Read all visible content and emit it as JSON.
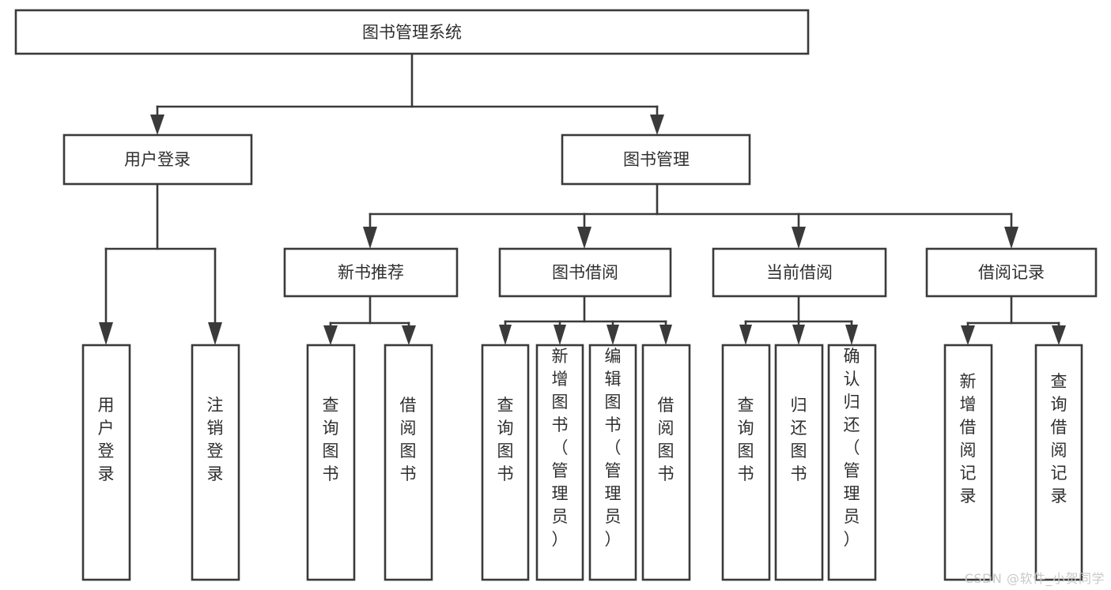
{
  "diagram": {
    "type": "tree",
    "title": "图书管理系统",
    "watermark": "CSDN @软件_小贺同学",
    "colors": {
      "background": "#ffffff",
      "box_fill": "#ffffff",
      "box_stroke": "#3a3a3a",
      "text": "#2f2f2f",
      "watermark": "#c9c9c9"
    },
    "nodes": {
      "root": {
        "label": "图书管理系统",
        "orientation": "horizontal",
        "level": 1
      },
      "l2_user_login": {
        "label": "用户登录",
        "orientation": "horizontal",
        "level": 2
      },
      "l2_book_manage": {
        "label": "图书管理",
        "orientation": "horizontal",
        "level": 2
      },
      "l3_new_book_rec": {
        "label": "新书推荐",
        "orientation": "horizontal",
        "level": 3
      },
      "l3_book_borrow": {
        "label": "图书借阅",
        "orientation": "horizontal",
        "level": 3
      },
      "l3_current_borrow": {
        "label": "当前借阅",
        "orientation": "horizontal",
        "level": 3
      },
      "l3_borrow_record": {
        "label": "借阅记录",
        "orientation": "horizontal",
        "level": 3
      },
      "leaf_user_login": {
        "label": "用户登录",
        "orientation": "vertical",
        "level": 4
      },
      "leaf_user_logout": {
        "label": "注销登录",
        "orientation": "vertical",
        "level": 4
      },
      "leaf_rec_query_book": {
        "label": "查询图书",
        "orientation": "vertical",
        "level": 4
      },
      "leaf_rec_borrow_book": {
        "label": "借阅图书",
        "orientation": "vertical",
        "level": 4
      },
      "leaf_bb_query_book": {
        "label": "查询图书",
        "orientation": "vertical",
        "level": 4
      },
      "leaf_bb_add_book": {
        "label": "新增图书（管理员）",
        "orientation": "vertical",
        "level": 4
      },
      "leaf_bb_edit_book": {
        "label": "编辑图书（管理员）",
        "orientation": "vertical",
        "level": 4
      },
      "leaf_bb_borrow_book": {
        "label": "借阅图书",
        "orientation": "vertical",
        "level": 4
      },
      "leaf_cb_query_book": {
        "label": "查询图书",
        "orientation": "vertical",
        "level": 4
      },
      "leaf_cb_return_book": {
        "label": "归还图书",
        "orientation": "vertical",
        "level": 4
      },
      "leaf_cb_confirm_return": {
        "label": "确认归还（管理员）",
        "orientation": "vertical",
        "level": 4
      },
      "leaf_br_add_record": {
        "label": "新增借阅记录",
        "orientation": "vertical",
        "level": 4
      },
      "leaf_br_query_record": {
        "label": "查询借阅记录",
        "orientation": "vertical",
        "level": 4
      }
    },
    "edges": [
      {
        "from": "root",
        "to": "l2_user_login"
      },
      {
        "from": "root",
        "to": "l2_book_manage"
      },
      {
        "from": "l2_user_login",
        "to": "leaf_user_login"
      },
      {
        "from": "l2_user_login",
        "to": "leaf_user_logout"
      },
      {
        "from": "l2_book_manage",
        "to": "l3_new_book_rec"
      },
      {
        "from": "l2_book_manage",
        "to": "l3_book_borrow"
      },
      {
        "from": "l2_book_manage",
        "to": "l3_current_borrow"
      },
      {
        "from": "l2_book_manage",
        "to": "l3_borrow_record"
      },
      {
        "from": "l3_new_book_rec",
        "to": "leaf_rec_query_book"
      },
      {
        "from": "l3_new_book_rec",
        "to": "leaf_rec_borrow_book"
      },
      {
        "from": "l3_book_borrow",
        "to": "leaf_bb_query_book"
      },
      {
        "from": "l3_book_borrow",
        "to": "leaf_bb_add_book"
      },
      {
        "from": "l3_book_borrow",
        "to": "leaf_bb_edit_book"
      },
      {
        "from": "l3_book_borrow",
        "to": "leaf_bb_borrow_book"
      },
      {
        "from": "l3_current_borrow",
        "to": "leaf_cb_query_book"
      },
      {
        "from": "l3_current_borrow",
        "to": "leaf_cb_return_book"
      },
      {
        "from": "l3_current_borrow",
        "to": "leaf_cb_confirm_return"
      },
      {
        "from": "l3_borrow_record",
        "to": "leaf_br_add_record"
      },
      {
        "from": "l3_borrow_record",
        "to": "leaf_br_query_record"
      }
    ]
  }
}
